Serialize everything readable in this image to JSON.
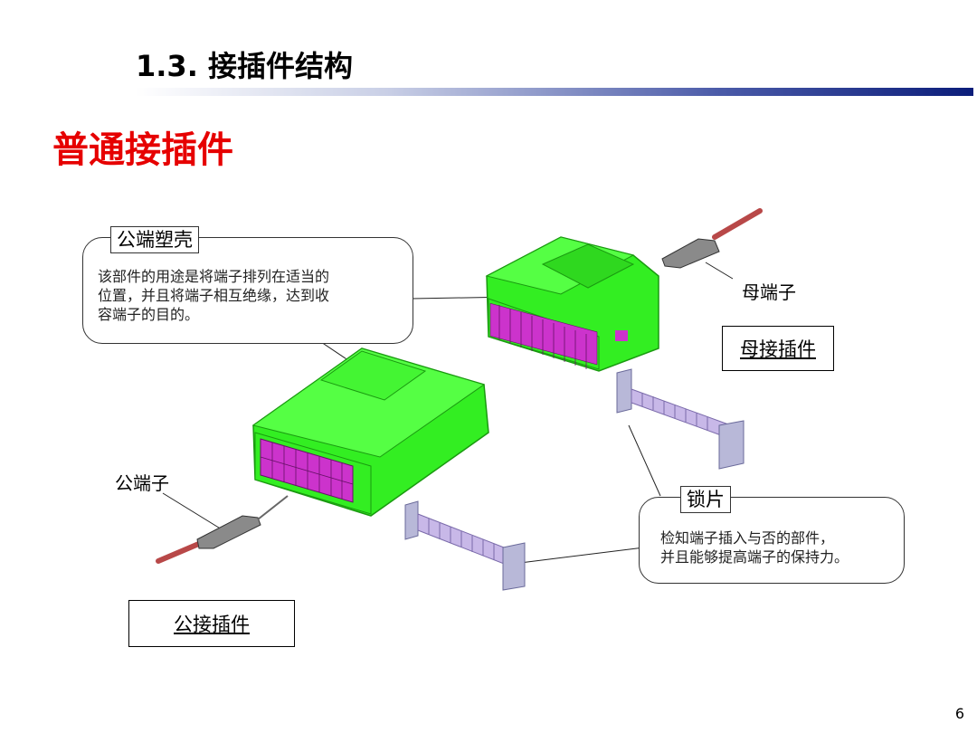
{
  "header": {
    "title": "1.3. 接插件结构",
    "subtitle": "普通接插件"
  },
  "callouts": {
    "housing": {
      "tag": "公端塑壳",
      "lines": [
        "该部件的用途是将端子排列在适当的",
        "位置，并且将端子相互绝缘，达到收",
        "容端子的目的。"
      ]
    },
    "lock": {
      "tag": "锁片",
      "lines": [
        "检知端子插入与否的部件，",
        "并且能够提高端子的保持力。"
      ]
    }
  },
  "labels": {
    "female_terminal": "母端子",
    "female_connector": "母接插件",
    "male_terminal": "公端子",
    "male_connector": "公接插件"
  },
  "colors": {
    "housing_green": "#33ee22",
    "pin_magenta": "#cc33cc",
    "lock_lilac": "#c8b8e8",
    "title_red": "#e60000"
  },
  "page_number": "6"
}
